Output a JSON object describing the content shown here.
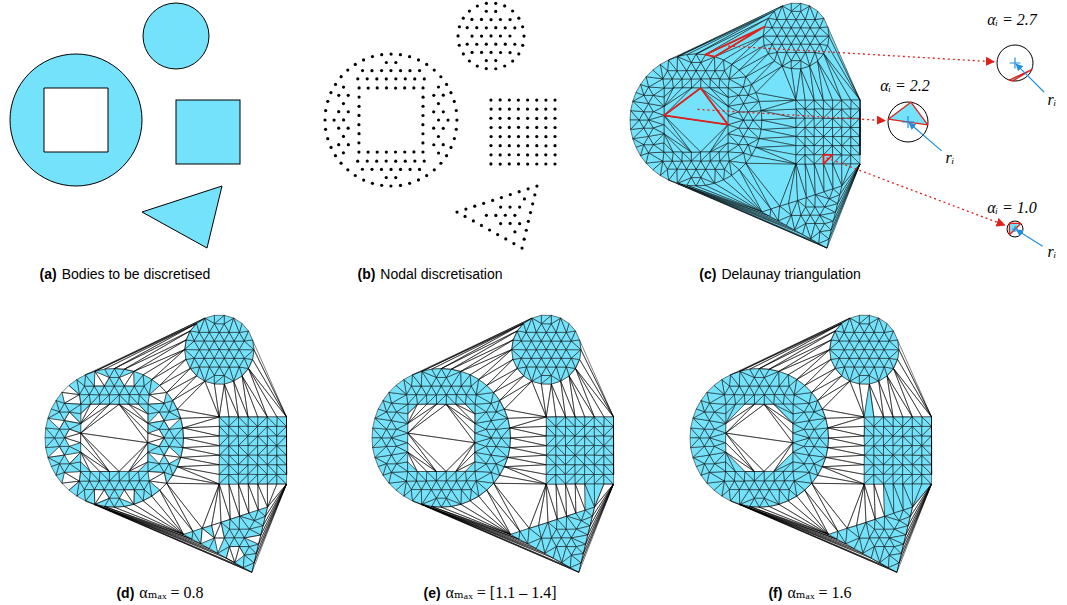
{
  "diagram": {
    "labels": [
      "(a)",
      "Bodies to be discretised",
      "(b)",
      "Nodal discretisation",
      "(c)",
      "Delaunay triangulation",
      "αᵢ = 2.7",
      "rᵢ",
      "αᵢ = 2.2",
      "rᵢ",
      "αᵢ = 1.0",
      "rᵢ",
      "(d)",
      "αₘₐₓ = 0.8",
      "(e)",
      "αₘₐₓ = [1.1 – 1.4]",
      "(f)",
      "αₘₐₓ = 1.6"
    ]
  }
}
